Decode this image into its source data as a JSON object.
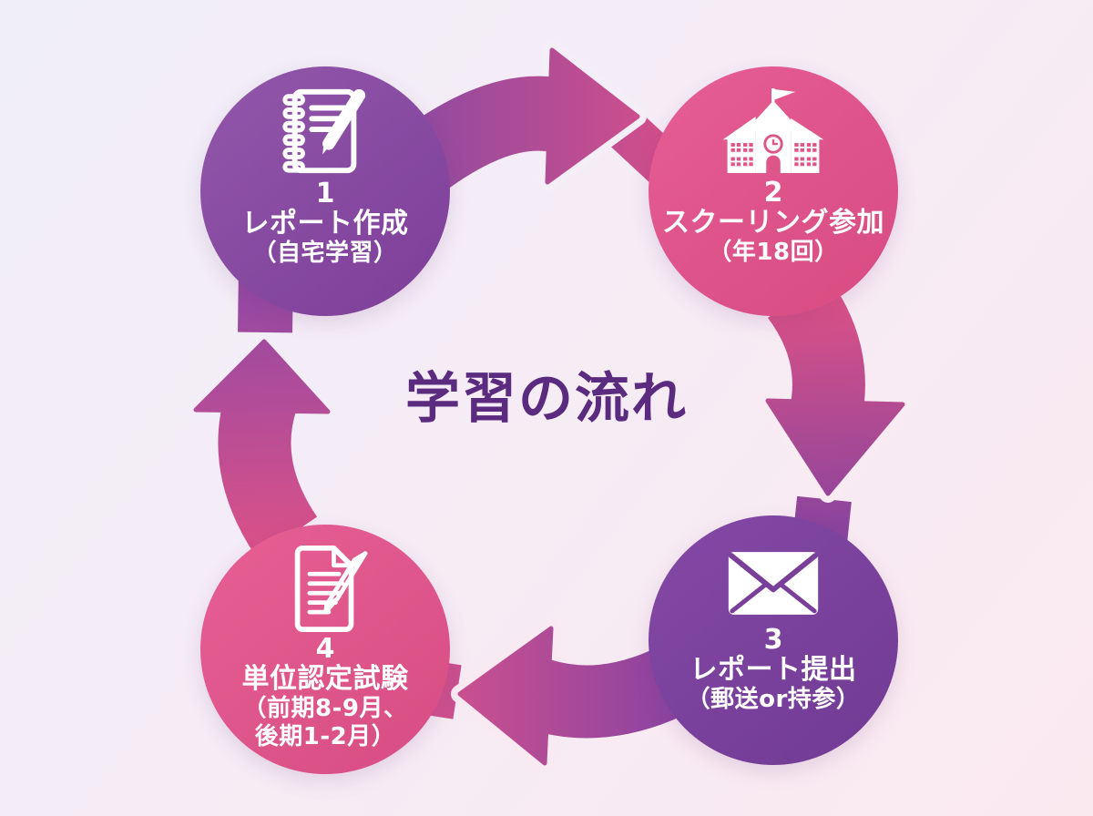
{
  "title": "学習の流れ",
  "background": {
    "top_left": "#f0eef9",
    "bottom_right": "#fbe9f0"
  },
  "title_color": "#5b2b80",
  "steps": [
    {
      "number": "1",
      "label": "レポート作成",
      "sublabel": "（自宅学習）",
      "icon": "notebook-pen-icon",
      "color": "#84479e",
      "position": "top-left"
    },
    {
      "number": "2",
      "label": "スクーリング参加",
      "sublabel": "（年18回）",
      "icon": "school-building-icon",
      "color": "#de5589",
      "position": "top-right"
    },
    {
      "number": "3",
      "label": "レポート提出",
      "sublabel": "（郵送or持参）",
      "icon": "envelope-icon",
      "color": "#7a4099",
      "position": "bottom-right"
    },
    {
      "number": "4",
      "label": "単位認定試験",
      "sublabel": "（前期8-9月、",
      "sublabel2": "後期1-2月）",
      "icon": "document-pencil-icon",
      "color": "#e05a8c",
      "position": "bottom-left"
    }
  ],
  "arrows": [
    {
      "from": "1",
      "to": "2",
      "direction": "right",
      "color_from": "#8a4aa2",
      "color_to": "#d94f88"
    },
    {
      "from": "2",
      "to": "3",
      "direction": "down",
      "color_from": "#dd5286",
      "color_to": "#7f42a0"
    },
    {
      "from": "3",
      "to": "4",
      "direction": "left",
      "color_from": "#8443a3",
      "color_to": "#dd5389"
    },
    {
      "from": "4",
      "to": "1",
      "direction": "up",
      "color_from": "#d95189",
      "color_to": "#8d48a6"
    }
  ]
}
